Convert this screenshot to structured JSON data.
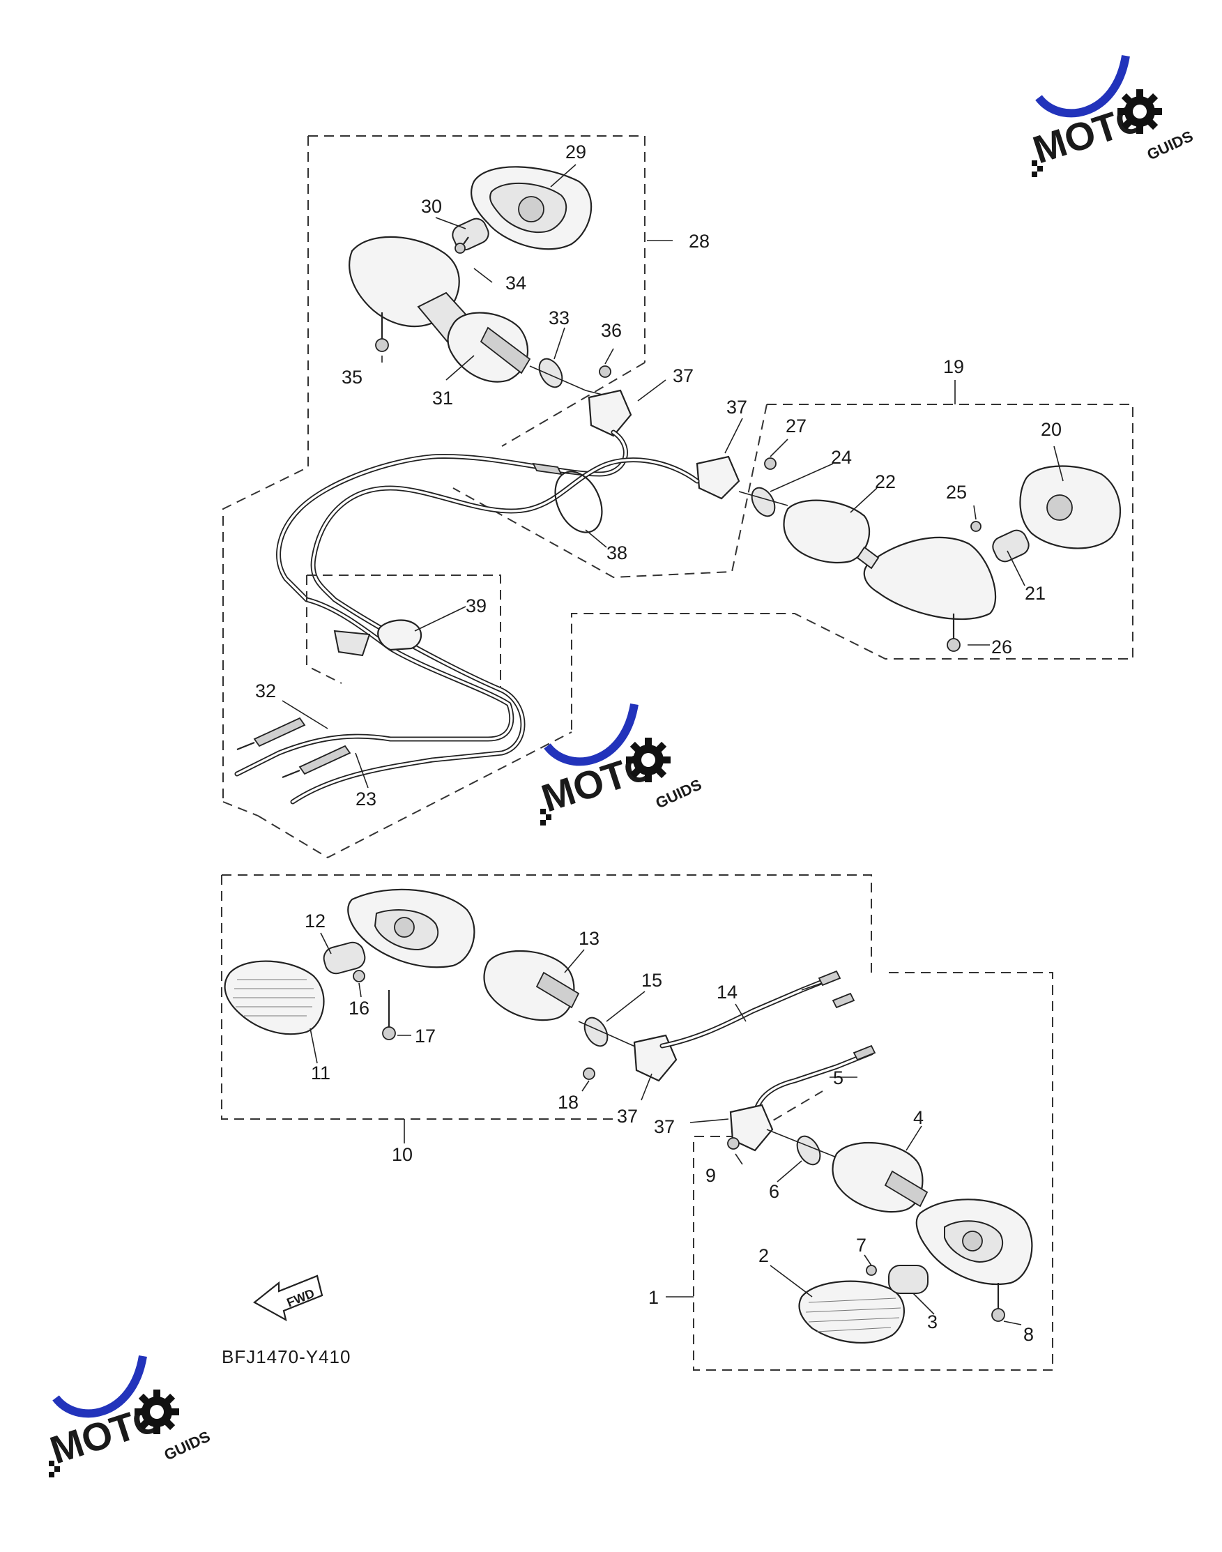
{
  "diagram_code": "BFJ1470-Y410",
  "fwd_label": "FWD",
  "watermark": {
    "main": "MOTO",
    "sub": "GUIDS",
    "colors": {
      "arc": "#2233bb",
      "letters": "#ee2222",
      "gear": "#111111"
    }
  },
  "callouts": {
    "c1": "1",
    "c2": "2",
    "c3": "3",
    "c4": "4",
    "c5": "5",
    "c6": "6",
    "c7": "7",
    "c8": "8",
    "c9": "9",
    "c10": "10",
    "c11": "11",
    "c12": "12",
    "c13": "13",
    "c14": "14",
    "c15": "15",
    "c16": "16",
    "c17": "17",
    "c18": "18",
    "c19": "19",
    "c20": "20",
    "c21": "21",
    "c22": "22",
    "c23": "23",
    "c24": "24",
    "c25": "25",
    "c26": "26",
    "c27": "27",
    "c28": "28",
    "c29": "29",
    "c30": "30",
    "c31": "31",
    "c32": "32",
    "c33": "33",
    "c34": "34",
    "c35": "35",
    "c36": "36",
    "c37a": "37",
    "c37b": "37",
    "c37c": "37",
    "c37d": "37",
    "c38": "38",
    "c39": "39"
  }
}
